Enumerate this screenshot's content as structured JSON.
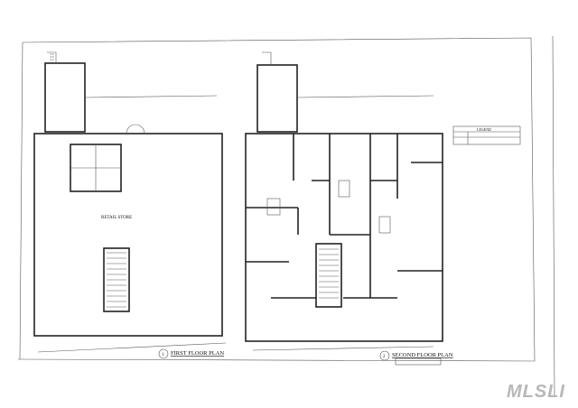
{
  "sheet": {
    "first_floor": {
      "title": "FIRST FLOOR PLAN",
      "room_label": "RETAIL STORE",
      "detail_number": "1"
    },
    "second_floor": {
      "title": "SECOND FLOOR PLAN",
      "detail_number": "2"
    },
    "legend": {
      "title": "LEGEND"
    }
  },
  "watermark": "MLSLI",
  "colors": {
    "ink": "#222222",
    "watermark": "#b8b8b8"
  }
}
